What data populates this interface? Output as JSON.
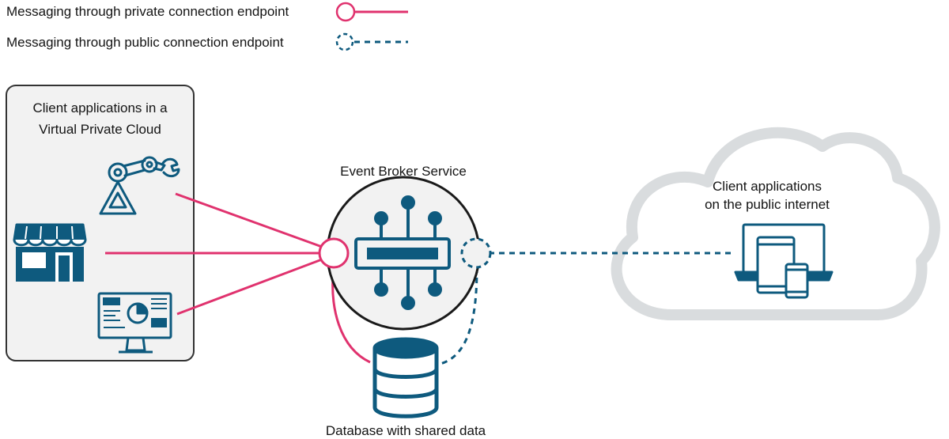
{
  "legend": {
    "private_label": "Messaging through private connection endpoint",
    "public_label": "Messaging through public connection endpoint"
  },
  "vpc": {
    "title_line1": "Client applications in a",
    "title_line2": "Virtual Private Cloud"
  },
  "broker": {
    "label": "Event Broker Service"
  },
  "database": {
    "label": "Database with shared data"
  },
  "internet": {
    "title_line1": "Client applications",
    "title_line2": "on the public internet"
  },
  "colors": {
    "private": "#e0326e",
    "public": "#0e5a7e",
    "icon": "#0e5a7e",
    "box_fill": "#f2f2f2",
    "cloud": "#d9dcde"
  },
  "icons": [
    "robot-arm-icon",
    "storefront-icon",
    "dashboard-monitor-icon",
    "broker-hub-icon",
    "database-icon",
    "devices-icon"
  ]
}
